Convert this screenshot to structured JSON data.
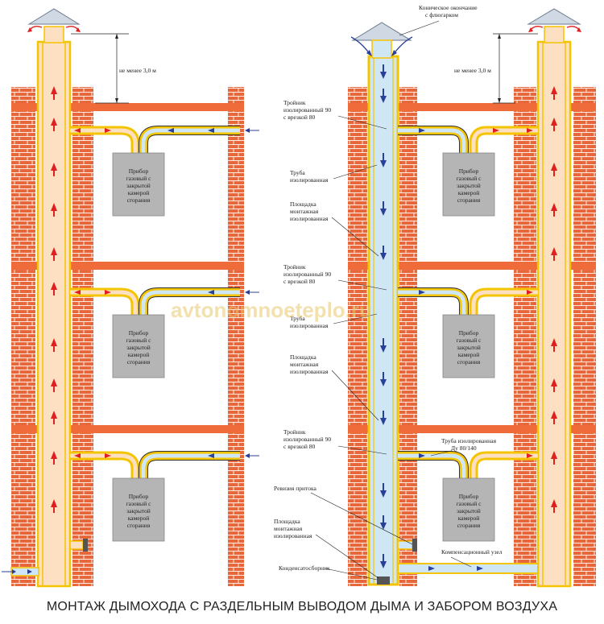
{
  "caption": "МОНТАЖ ДЫМОХОДА С РАЗДЕЛЬНЫМ ВЫВОДОМ ДЫМА И ЗАБОРОМ ВОЗДУХА",
  "watermark": "avtonomnoeteplo.ru",
  "height_note": "не менее 3,0 м",
  "device_label": [
    "Прибор",
    "газовый с",
    "закрытой",
    "камерой",
    "сгорания"
  ],
  "labels": {
    "conical_top": [
      "Коническое окончание",
      "с флюгарком"
    ],
    "tee_1": [
      "Тройник",
      "изолированный 90",
      "с врезкой 80"
    ],
    "pipe_1": [
      "Труба",
      "изолированная"
    ],
    "platform_1": [
      "Площадка",
      "монтажная",
      "изолированная"
    ],
    "tee_2": [
      "Тройник",
      "изолированный 90",
      "с врезкой 80"
    ],
    "pipe_2": [
      "Труба",
      "изолированная"
    ],
    "platform_2": [
      "Площадка",
      "монтажная",
      "изолированная"
    ],
    "tee_3": [
      "Тройник",
      "изолированный 90",
      "с врезкой 80"
    ],
    "pipe_insulated_ring": [
      "Труба изолированная",
      "Ду 80/140"
    ],
    "inflow_revision": [
      "Ревизия притока"
    ],
    "platform_3": [
      "Площадка",
      "монтажная",
      "изолированная"
    ],
    "compensation_node": [
      "Компенсационный узел"
    ],
    "condensate_collector": [
      "Конденсатосборник"
    ]
  },
  "colors": {
    "brick": "#e8673a",
    "mortar": "#ffffff",
    "slab": "#ef6c3a",
    "flue_fill": "#fde0c2",
    "insulation": "#f5c400",
    "air_fill": "#cfe6f5",
    "device": "#b5b5b5",
    "smoke_arrow": "#e02020",
    "air_arrow": "#2a3f9a",
    "roof": "#cfd8e3"
  }
}
